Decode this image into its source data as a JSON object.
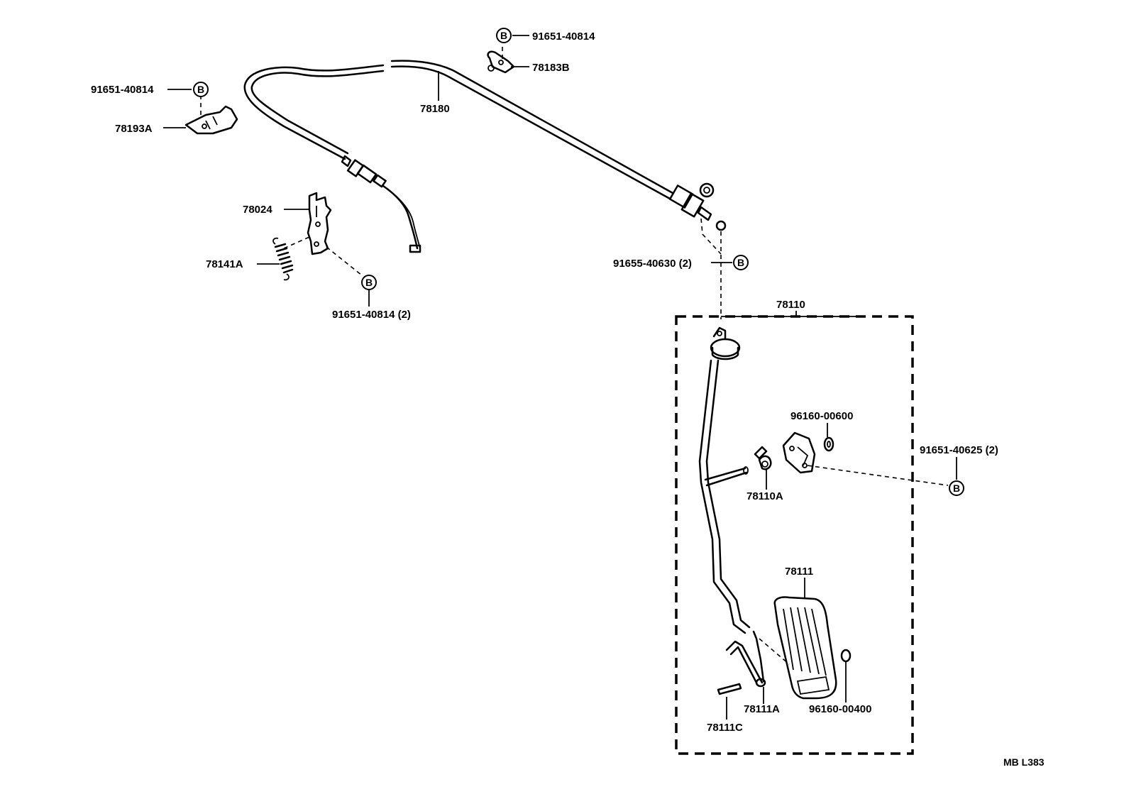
{
  "diagram": {
    "bolt_mark": "B",
    "parts": {
      "p91651_40814_top": "91651-40814",
      "p78183B": "78183B",
      "p91651_40814_left": "91651-40814",
      "p78193A": "78193A",
      "p78180": "78180",
      "p78024": "78024",
      "p78141A": "78141A",
      "p91651_40814_2": "91651-40814 (2)",
      "p91655_40630_2": "91655-40630 (2)",
      "p78110": "78110",
      "p96160_00600": "96160-00600",
      "p91651_40625_2": "91651-40625 (2)",
      "p78110A": "78110A",
      "p78111": "78111",
      "p78111A": "78111A",
      "p96160_00400": "96160-00400",
      "p78111C": "78111C"
    },
    "code": "MB L383"
  }
}
